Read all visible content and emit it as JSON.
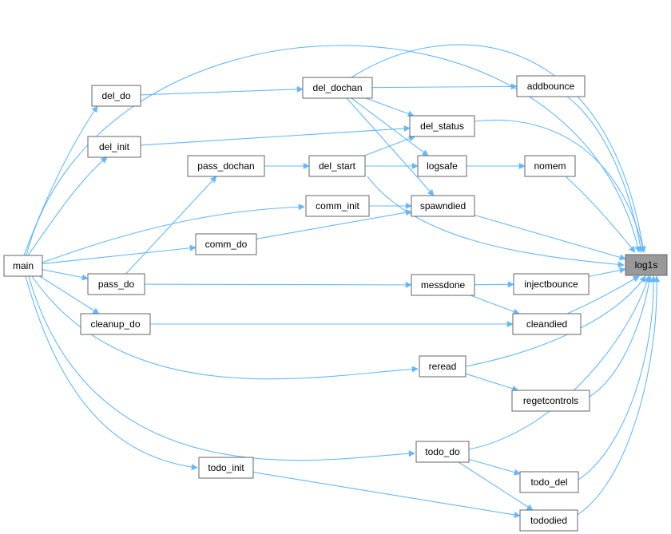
{
  "graph": {
    "nodes": [
      {
        "id": "main",
        "label": "main"
      },
      {
        "id": "del_do",
        "label": "del_do"
      },
      {
        "id": "del_init",
        "label": "del_init"
      },
      {
        "id": "pass_dochan",
        "label": "pass_dochan"
      },
      {
        "id": "comm_do",
        "label": "comm_do"
      },
      {
        "id": "pass_do",
        "label": "pass_do"
      },
      {
        "id": "cleanup_do",
        "label": "cleanup_do"
      },
      {
        "id": "todo_init",
        "label": "todo_init"
      },
      {
        "id": "del_dochan",
        "label": "del_dochan"
      },
      {
        "id": "del_start",
        "label": "del_start"
      },
      {
        "id": "comm_init",
        "label": "comm_init"
      },
      {
        "id": "del_status",
        "label": "del_status"
      },
      {
        "id": "logsafe",
        "label": "logsafe"
      },
      {
        "id": "spawndied",
        "label": "spawndied"
      },
      {
        "id": "messdone",
        "label": "messdone"
      },
      {
        "id": "reread",
        "label": "reread"
      },
      {
        "id": "todo_do",
        "label": "todo_do"
      },
      {
        "id": "addbounce",
        "label": "addbounce"
      },
      {
        "id": "nomem",
        "label": "nomem"
      },
      {
        "id": "injectbounce",
        "label": "injectbounce"
      },
      {
        "id": "cleandied",
        "label": "cleandied"
      },
      {
        "id": "regetcontrols",
        "label": "regetcontrols"
      },
      {
        "id": "todo_del",
        "label": "todo_del"
      },
      {
        "id": "tododied",
        "label": "tododied"
      },
      {
        "id": "log1s",
        "label": "log1s",
        "highlight": true
      }
    ],
    "edges": [
      [
        "main",
        "log1s"
      ],
      [
        "main",
        "del_do"
      ],
      [
        "main",
        "del_init"
      ],
      [
        "main",
        "comm_init"
      ],
      [
        "main",
        "comm_do"
      ],
      [
        "main",
        "pass_do"
      ],
      [
        "main",
        "cleanup_do"
      ],
      [
        "main",
        "reread"
      ],
      [
        "main",
        "todo_do"
      ],
      [
        "main",
        "todo_init"
      ],
      [
        "del_do",
        "del_dochan"
      ],
      [
        "del_init",
        "del_status"
      ],
      [
        "pass_dochan",
        "del_start"
      ],
      [
        "pass_do",
        "pass_dochan"
      ],
      [
        "pass_do",
        "messdone"
      ],
      [
        "comm_do",
        "spawndied"
      ],
      [
        "cleanup_do",
        "cleandied"
      ],
      [
        "todo_init",
        "tododied"
      ],
      [
        "comm_init",
        "spawndied"
      ],
      [
        "del_dochan",
        "log1s"
      ],
      [
        "del_dochan",
        "addbounce"
      ],
      [
        "del_dochan",
        "del_status"
      ],
      [
        "del_dochan",
        "logsafe"
      ],
      [
        "del_dochan",
        "spawndied"
      ],
      [
        "del_start",
        "del_status"
      ],
      [
        "del_start",
        "logsafe"
      ],
      [
        "del_start",
        "log1s"
      ],
      [
        "del_status",
        "log1s"
      ],
      [
        "logsafe",
        "nomem"
      ],
      [
        "spawndied",
        "log1s"
      ],
      [
        "messdone",
        "injectbounce"
      ],
      [
        "messdone",
        "cleandied"
      ],
      [
        "reread",
        "log1s"
      ],
      [
        "reread",
        "regetcontrols"
      ],
      [
        "todo_do",
        "log1s"
      ],
      [
        "todo_do",
        "todo_del"
      ],
      [
        "todo_do",
        "tododied"
      ],
      [
        "addbounce",
        "log1s"
      ],
      [
        "nomem",
        "log1s"
      ],
      [
        "injectbounce",
        "log1s"
      ],
      [
        "cleandied",
        "log1s"
      ],
      [
        "regetcontrols",
        "log1s"
      ],
      [
        "todo_del",
        "log1s"
      ],
      [
        "tododied",
        "log1s"
      ]
    ],
    "colors": {
      "edge": "#63b8ff",
      "node_border": "#666666",
      "highlight_fill": "#999999"
    }
  }
}
